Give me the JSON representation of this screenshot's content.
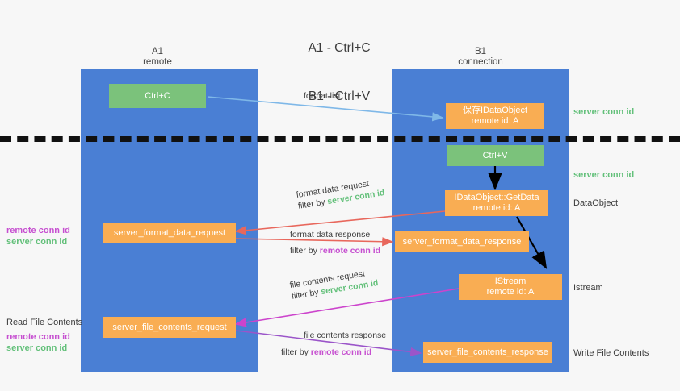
{
  "title": {
    "line1": "A1 - Ctrl+C",
    "line2": "B1 - Ctrl+V"
  },
  "lanes": [
    {
      "id": "a1",
      "name": "A1",
      "sub": "remote"
    },
    {
      "id": "b1",
      "name": "B1",
      "sub": "connection"
    }
  ],
  "nodes": {
    "ctrl_c": {
      "label": "Ctrl+C"
    },
    "ctrl_v": {
      "label": "Ctrl+V"
    },
    "save_dataobject": {
      "line1": "保存IDataObject",
      "line2": "remote id: A"
    },
    "getdata": {
      "line1": "IDataObject::GetData",
      "line2": "remote id: A"
    },
    "istream": {
      "line1": "IStream",
      "line2": "remote id: A"
    },
    "fmt_req": {
      "label": "server_format_data_request"
    },
    "fmt_resp": {
      "label": "server_format_data_response"
    },
    "file_req": {
      "label": "server_file_contents_request"
    },
    "file_resp": {
      "label": "server_file_contents_response"
    }
  },
  "edges": {
    "format_list": {
      "label": "format list"
    },
    "format_data_request": {
      "label": "format data request",
      "filter_prefix": "filter by ",
      "filter_token": "server conn id",
      "filter_kind": "server"
    },
    "format_data_response": {
      "label": "format data response",
      "filter_prefix": "filter by ",
      "filter_token": "remote conn id",
      "filter_kind": "remote"
    },
    "file_contents_request": {
      "label": "file contents request",
      "filter_prefix": "filter by ",
      "filter_token": "server conn id",
      "filter_kind": "server"
    },
    "file_contents_response": {
      "label": "file contents response",
      "filter_prefix": "filter by ",
      "filter_token": "remote conn id",
      "filter_kind": "remote"
    }
  },
  "annotations": {
    "right_server_conn_1": "server conn id",
    "right_server_conn_2": "server conn id",
    "right_dataobject": "DataObject",
    "right_istream": "Istream",
    "right_write_file": "Write File Contents",
    "left_read_file": "Read File Contents",
    "conn_remote": "remote conn id",
    "conn_server": "server conn id"
  },
  "colors": {
    "lane": "#4a7fd4",
    "green_node": "#7bc27b",
    "orange_node": "#f9ad53",
    "server_token": "#63c07a",
    "remote_token": "#c64fd0",
    "arrow_blue": "#7fb8e8",
    "arrow_red": "#e8675c",
    "arrow_magenta": "#cc44cc",
    "arrow_purple": "#9b55c9",
    "arrow_black": "#000000",
    "divider": "#111111",
    "background": "#f7f7f7"
  }
}
